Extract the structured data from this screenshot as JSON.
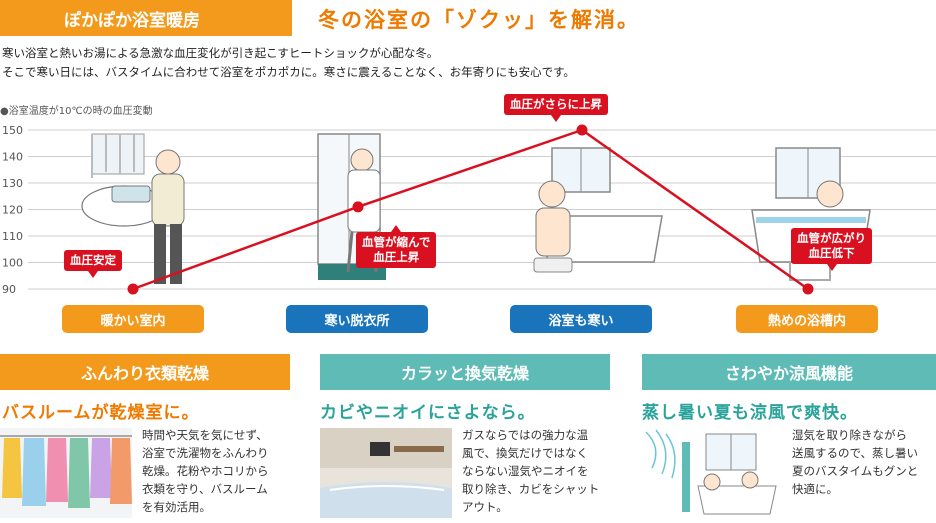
{
  "header": {
    "badge": "ぽかぽか浴室暖房",
    "headline": "冬の浴室の「ゾクッ」を解消。",
    "intro_line1": "寒い浴室と熱いお湯による急激な血圧変化が引き起こすヒートショックが心配な冬。",
    "intro_line2": "そこで寒い日には、バスタイムに合わせて浴室をポカポカに。寒さに震えることなく、お年寄りにも安心です。"
  },
  "chart_note": "●浴室温度が10℃の時の血圧変動",
  "chart_data": {
    "type": "line",
    "title": "浴室温度が10℃の時の血圧変動",
    "categories": [
      "暖かい室内",
      "寒い脱衣所",
      "浴室も寒い",
      "熱めの浴槽内"
    ],
    "series": [
      {
        "values": [
          90,
          121,
          150,
          90
        ]
      }
    ],
    "yticks": [
      150,
      140,
      130,
      120,
      110,
      100,
      90
    ],
    "ylim": [
      90,
      150
    ],
    "grid": true,
    "annotations": [
      "血圧安定",
      "血管が縮んで\n血圧上昇",
      "血圧がさらに上昇",
      "血管が広がり\n血圧低下"
    ],
    "line_color": "#d8101f"
  },
  "callouts": {
    "stable": "血圧安定",
    "rise1": "血管が縮んで\n血圧上昇",
    "rise2": "血圧がさらに上昇",
    "drop": "血管が広がり\n血圧低下"
  },
  "scenes": {
    "room": "暖かい室内",
    "dressing": "寒い脱衣所",
    "bath": "浴室も寒い",
    "tub": "熱めの浴槽内"
  },
  "features": [
    {
      "badge": "ふんわり衣類乾燥",
      "headline": "バスルームが乾燥室に。",
      "text": "時間や天気を気にせず、\n浴室で洗濯物をふんわり\n乾燥。花粉やホコリから\n衣類を守り、バスルーム\nを有効活用。"
    },
    {
      "badge": "カラッと換気乾燥",
      "headline": "カビやニオイにさよなら。",
      "text": "ガスならではの強力な温\n風で、換気だけではなく\nならない湿気やニオイを\n取り除き、カビをシャット\nアウト。"
    },
    {
      "badge": "さわやか涼風機能",
      "headline": "蒸し暑い夏も涼風で爽快。",
      "text": "湿気を取り除きながら\n送風するので、蒸し暑い\n夏のバスタイムもグンと\n快適に。"
    }
  ],
  "colors": {
    "orange": "#f39a1c",
    "blue": "#1a74bb",
    "teal": "#5fbbb5",
    "red": "#d8101f"
  }
}
